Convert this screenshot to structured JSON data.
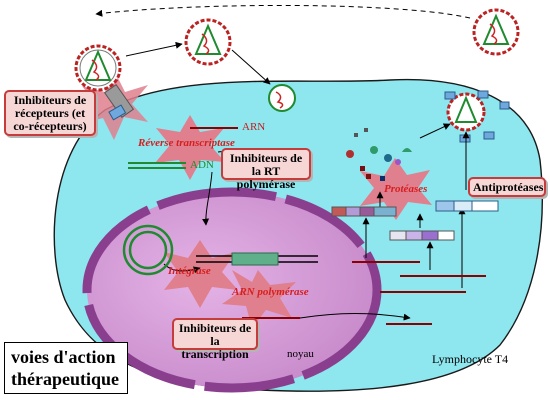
{
  "title": "voies d'action\nthérapeutique",
  "inhibitor_boxes": {
    "receptors": "Inhibiteurs de récepteurs (et co-récepteurs)",
    "rt": "Inhibiteurs de la RT polymérase",
    "antiproteases": "Antiprotéases",
    "transcription": "Inhibiteurs de la transcription"
  },
  "enzymes": {
    "reverse_transcriptase": "Réverse transcriptase",
    "proteases": "Protéases",
    "integrase": "Intégrase",
    "rna_polymerase": "ARN polymérase"
  },
  "labels": {
    "arn": "ARN",
    "adn": "ADN",
    "nucleus": "noyau",
    "cell": "Lymphocyte T4"
  },
  "colors": {
    "cytoplasm": "#8ee6ee",
    "nucleus": "#cf8fd2",
    "nuclear_envelope": "#8a3f8e",
    "enzyme_star": "#e07f8e",
    "inhibitor_border": "#c43c3c",
    "rna_strand": "#8b0000",
    "dna_strand": "#1f8a2f"
  }
}
